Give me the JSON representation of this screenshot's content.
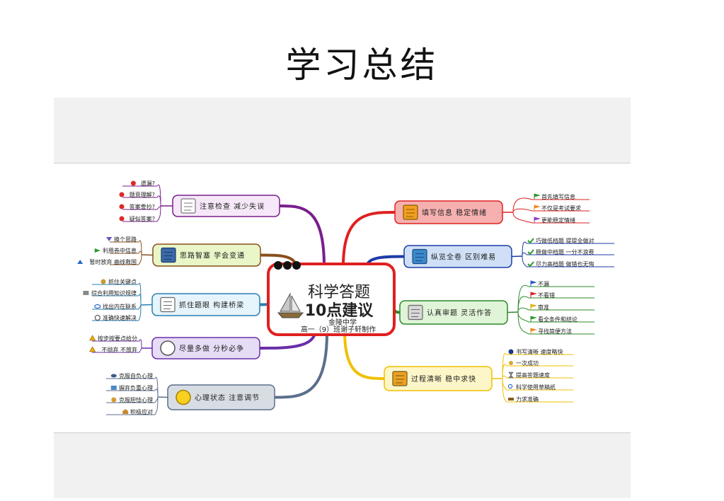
{
  "page": {
    "title": "学习总结"
  },
  "center": {
    "title": "科学答题",
    "subtitle": "10点建议",
    "school": "金陵中学",
    "author": "高一（9）班谢子轩制作"
  },
  "branches": [
    {
      "label": "注意检查 减少失误",
      "side": "left",
      "color": "#7a1f8c",
      "fill": "#f6e8f8",
      "icon": "checklist-icon",
      "leaves": [
        {
          "text": "遗漏?",
          "icon": "red-dot-icon"
        },
        {
          "text": "题意理解?",
          "icon": "red-dot-icon"
        },
        {
          "text": "答案誊抄?",
          "icon": "red-dot-icon"
        },
        {
          "text": "疑似答案?",
          "icon": "red-dot-icon"
        }
      ]
    },
    {
      "label": "思路智塞 学会变通",
      "side": "left",
      "color": "#8a4f1c",
      "fill": "#e8f6c8",
      "icon": "question-book-icon",
      "leaves": [
        {
          "text": "换个思路",
          "icon": "arrow-down-icon"
        },
        {
          "text": "利用卷中信息",
          "icon": "arrow-right-icon"
        },
        {
          "text": "暂时放弃 曲线救国",
          "icon": "arrow-up-icon"
        }
      ]
    },
    {
      "label": "抓住题眼 构建桥梁",
      "side": "left",
      "color": "#2a7fb0",
      "fill": "#e6f4fb",
      "icon": "pen-icon",
      "leaves": [
        {
          "text": "抓住关键点",
          "icon": "coin-icon"
        },
        {
          "text": "综合利用知识规律",
          "icon": "box-icon"
        },
        {
          "text": "找出内在联系",
          "icon": "link-icon"
        },
        {
          "text": "准确快速解决",
          "icon": "clock-icon"
        }
      ]
    },
    {
      "label": "尽量多做 分秒必争",
      "side": "left",
      "color": "#6a2ea8",
      "fill": "#e6dcf6",
      "icon": "stopwatch-icon",
      "leaves": [
        {
          "text": "按步按要点给分",
          "icon": "warning-icon"
        },
        {
          "text": "不抛弃 不放弃",
          "icon": "warning-icon"
        }
      ]
    },
    {
      "label": "心理状态 注意调节",
      "side": "left",
      "color": "#5b6f8c",
      "fill": "#d8dde4",
      "icon": "bulb-icon",
      "leaves": [
        {
          "text": "克服自负心理",
          "icon": "shoe-icon"
        },
        {
          "text": "摒弃负重心理",
          "icon": "scroll-icon"
        },
        {
          "text": "克服胆怯心理",
          "icon": "heart-icon"
        },
        {
          "text": "积极应对",
          "icon": "house-icon"
        }
      ]
    },
    {
      "label": "填写信息 稳定情绪",
      "side": "right",
      "color": "#e02020",
      "fill": "#f6b0b0",
      "icon": "folder-icon",
      "leaves": [
        {
          "text": "首先填写信息",
          "icon": "green-flag-icon"
        },
        {
          "text": "不仅是考试要求",
          "icon": "orange-flag-icon"
        },
        {
          "text": "更能稳定情绪",
          "icon": "purple-flag-icon"
        }
      ]
    },
    {
      "label": "纵览全卷 区别难易",
      "side": "right",
      "color": "#1e3aa8",
      "fill": "#cfe0f6",
      "icon": "board-icon",
      "leaves": [
        {
          "text": "巧做低档题 提提全做对",
          "icon": "check-icon"
        },
        {
          "text": "稳做中档题 一分不浪费",
          "icon": "check-icon"
        },
        {
          "text": "尽力高档题 做错也无悔",
          "icon": "check-icon"
        }
      ]
    },
    {
      "label": "认真审题 灵活作答",
      "side": "right",
      "color": "#2a8a2a",
      "fill": "#e0f4d8",
      "icon": "figures-icon",
      "leaves": [
        {
          "text": "不漏",
          "icon": "blue-flag-icon"
        },
        {
          "text": "不看错",
          "icon": "red-flag-icon"
        },
        {
          "text": "审准",
          "icon": "yellow-flag-icon"
        },
        {
          "text": "看全条件和结论",
          "icon": "green-flag-icon"
        },
        {
          "text": "寻找简便方法",
          "icon": "orange-flag-icon"
        }
      ]
    },
    {
      "label": "过程清晰 稳中求快",
      "side": "right",
      "color": "#f0c000",
      "fill": "#fdf6c8",
      "icon": "flowchart-icon",
      "leaves": [
        {
          "text": "书写清晰 速度略快",
          "icon": "info-icon"
        },
        {
          "text": "一次成功",
          "icon": "key-icon"
        },
        {
          "text": "提高答题速度",
          "icon": "hourglass-icon"
        },
        {
          "text": "科学使用草稿纸",
          "icon": "magnifier-icon"
        },
        {
          "text": "力求准确",
          "icon": "hammer-icon"
        }
      ]
    }
  ]
}
